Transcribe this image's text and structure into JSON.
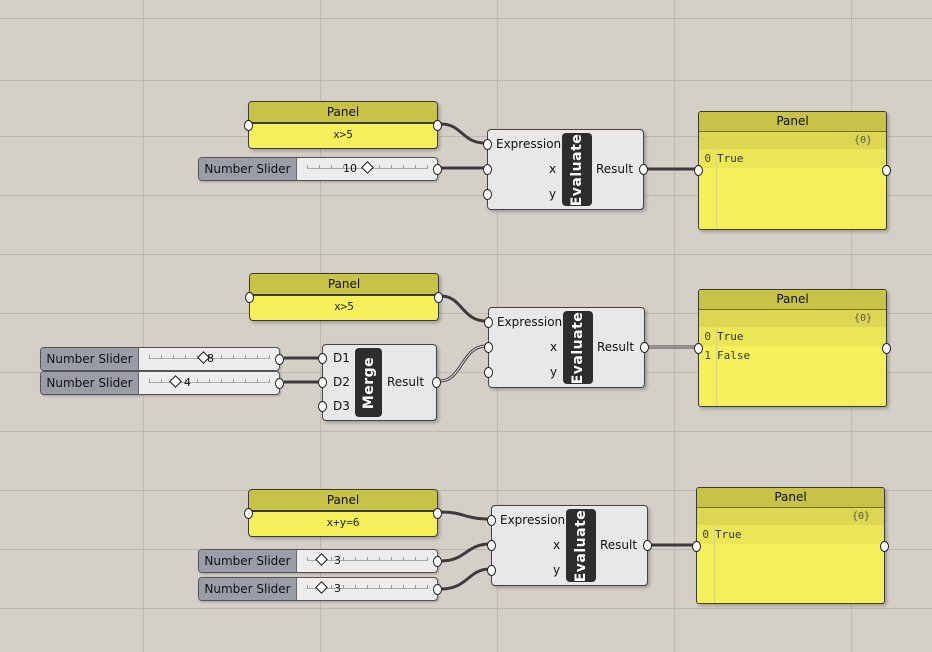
{
  "components": {
    "panel_title": "Panel",
    "slider_label": "Number Slider",
    "evaluate_name": "Evaluate",
    "merge_name": "Merge",
    "expr_label": "Expression",
    "x_label": "x",
    "y_label": "y",
    "result_label": "Result",
    "d1": "D1",
    "d2": "D2",
    "d3": "D3"
  },
  "group1": {
    "expr_panel": "x>5",
    "slider_value": "10",
    "slider_fraction": 0.5,
    "out_path": "{0}",
    "out_rows": [
      {
        "index": "0",
        "value": "True"
      }
    ]
  },
  "group2": {
    "expr_panel": "x>5",
    "slider1_value": "8",
    "slider1_fraction": 0.45,
    "slider2_value": "4",
    "slider2_fraction": 0.22,
    "out_path": "{0}",
    "out_rows": [
      {
        "index": "0",
        "value": "True"
      },
      {
        "index": "1",
        "value": "False"
      }
    ]
  },
  "group3": {
    "expr_panel": "x+y=6",
    "slider1_value": "3",
    "slider1_fraction": 0.12,
    "slider2_value": "3",
    "slider2_fraction": 0.12,
    "out_path": "{0}",
    "out_rows": [
      {
        "index": "0",
        "value": "True"
      }
    ]
  }
}
